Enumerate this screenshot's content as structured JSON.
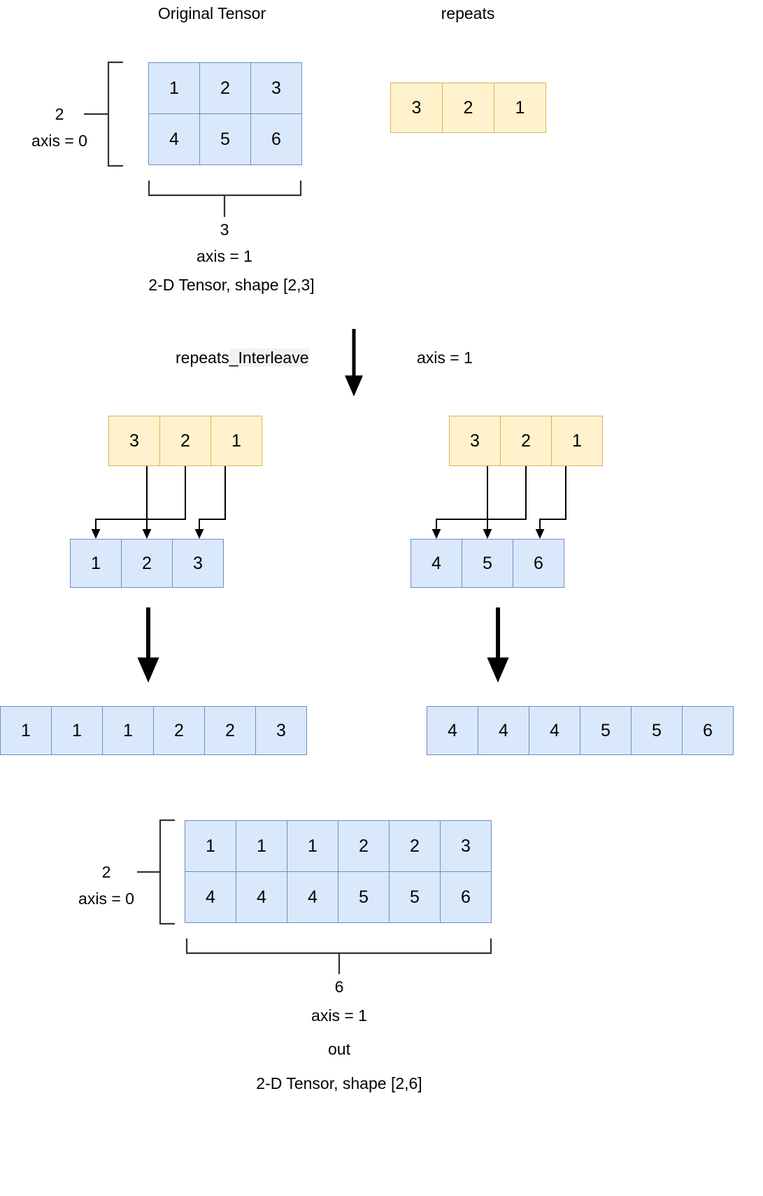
{
  "titles": {
    "original_tensor": "Original Tensor",
    "repeats": "repeats"
  },
  "original": {
    "rows": [
      [
        "1",
        "2",
        "3"
      ],
      [
        "4",
        "5",
        "6"
      ]
    ],
    "axis0_size": "2",
    "axis0_label": "axis = 0",
    "axis1_size": "3",
    "axis1_label": "axis = 1",
    "shape_caption": "2-D Tensor, shape [2,3]"
  },
  "repeats_vector": [
    "3",
    "2",
    "1"
  ],
  "operation": {
    "name_prefix": "repeats",
    "name_suffix": "_Interleave",
    "axis_label": "axis = 1"
  },
  "middle": {
    "left": {
      "repeats": [
        "3",
        "2",
        "1"
      ],
      "source": [
        "1",
        "2",
        "3"
      ]
    },
    "right": {
      "repeats": [
        "3",
        "2",
        "1"
      ],
      "source": [
        "4",
        "5",
        "6"
      ]
    }
  },
  "expanded": {
    "left": [
      "1",
      "1",
      "1",
      "2",
      "2",
      "3"
    ],
    "right": [
      "4",
      "4",
      "4",
      "5",
      "5",
      "6"
    ]
  },
  "output": {
    "rows": [
      [
        "1",
        "1",
        "1",
        "2",
        "2",
        "3"
      ],
      [
        "4",
        "4",
        "4",
        "5",
        "5",
        "6"
      ]
    ],
    "axis0_size": "2",
    "axis0_label": "axis = 0",
    "axis1_size": "6",
    "axis1_label": "axis = 1",
    "name": "out",
    "shape_caption": "2-D Tensor, shape [2,6]"
  },
  "colors": {
    "tensor_fill": "#dae8fc",
    "tensor_stroke": "#6c8ebf",
    "repeats_fill": "#fff2cc",
    "repeats_stroke": "#d6b656",
    "line": "#000000",
    "bracket": "#333333"
  }
}
